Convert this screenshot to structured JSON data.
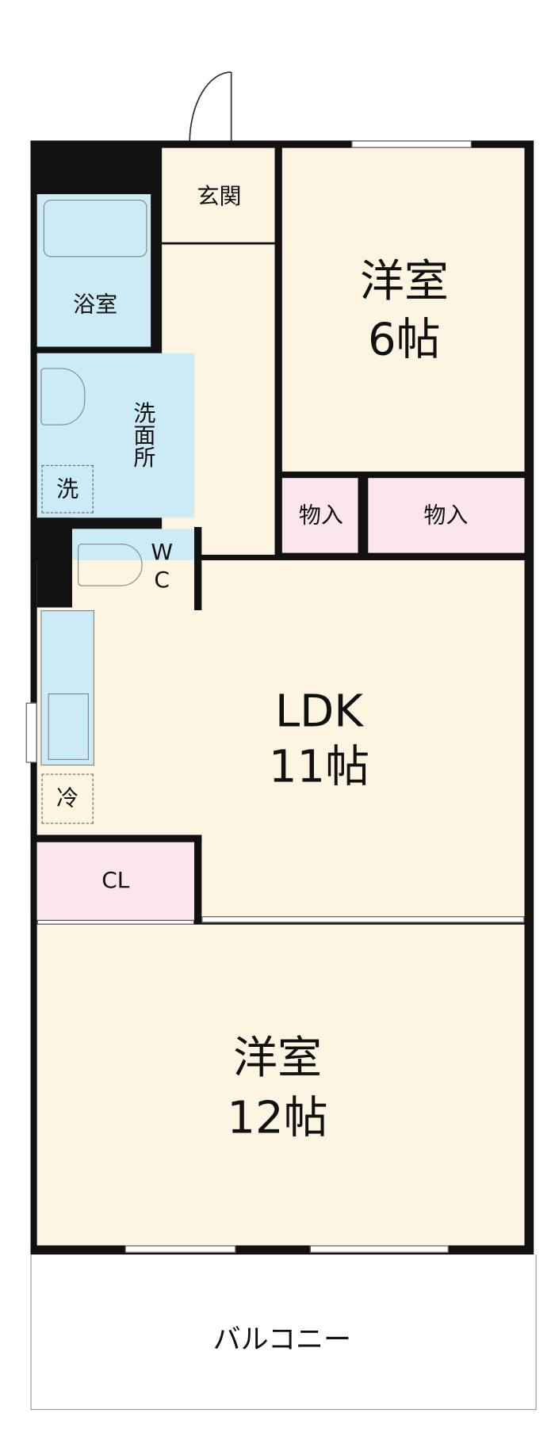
{
  "rooms": {
    "entrance": "玄関",
    "bathroom": "浴室",
    "washroom": "洗面所",
    "washer": "洗",
    "wc_w": "W",
    "wc_c": "C",
    "western_room_1": {
      "name": "洋室",
      "size": "6帖"
    },
    "storage_1": "物入",
    "storage_2": "物入",
    "ldk": {
      "name": "LDK",
      "size": "11帖"
    },
    "fridge": "冷",
    "closet": "CL",
    "western_room_2": {
      "name": "洋室",
      "size": "12帖"
    },
    "balcony": "バルコニー"
  },
  "colors": {
    "wet_area": "#cdeaf7",
    "living": "#fdf5e2",
    "storage": "#fbe5ee",
    "wall": "#111111"
  }
}
